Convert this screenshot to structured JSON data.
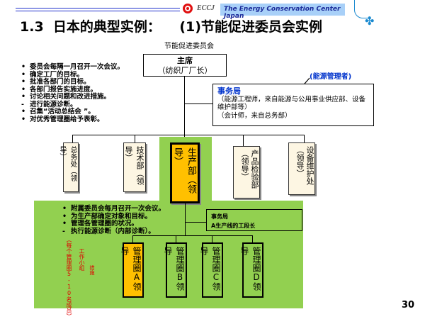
{
  "header": {
    "logo_text": "ECCJ",
    "banner": "The Energy Conservation Center Japan"
  },
  "title": "1.3  日本的典型实例：    (1)节能促进委员会实例",
  "subtitle": "节能促进委员会",
  "chair": {
    "title": "主席",
    "sub": "（纺织厂厂长）"
  },
  "committee_bullets": [
    "委员会每隔一月召开一次会议。",
    "确定工厂的目标。",
    "批准各部门的目标。",
    "各部门报告实施进度。",
    "讨论相关问题和改进措施。",
    "进行能源诊断。",
    "召集“活动总结会 ”。",
    "对优秀管理圈给予表彰。"
  ],
  "energy_manager_label": "(能源管理者)",
  "secretariat": {
    "title": "事务局",
    "line1": "（能源工程师，来自能源与公用事业供应部、设备维护部等）",
    "line2": "（会计师，来自总务部）"
  },
  "departments": [
    "总务处（领导）",
    "技术部（领导）",
    "生产部（领导）",
    "产品检验部（领导）",
    "设备维护处（领导）"
  ],
  "sub_bullets": [
    "附属委员会每月召开一次会议。",
    "为生产部确定对象和目标。",
    "管理各管理圈的状况。",
    "执行能源诊断（内部诊断）。"
  ],
  "sub_secretariat": {
    "title": "事务局",
    "line": "A生产线的工段长"
  },
  "circles": [
    "管理圈A领导",
    "管理圈B领导",
    "管理圈C领导",
    "管理圈D领导"
  ],
  "notes": {
    "members": "（每个管理圈5-10名成员）",
    "group": "工作小组",
    "measures": "措施"
  },
  "page_number": "30",
  "colors": {
    "green": "#92d050",
    "yellow": "#ffc000",
    "blue": "#0033cc",
    "red": "#e00000"
  }
}
